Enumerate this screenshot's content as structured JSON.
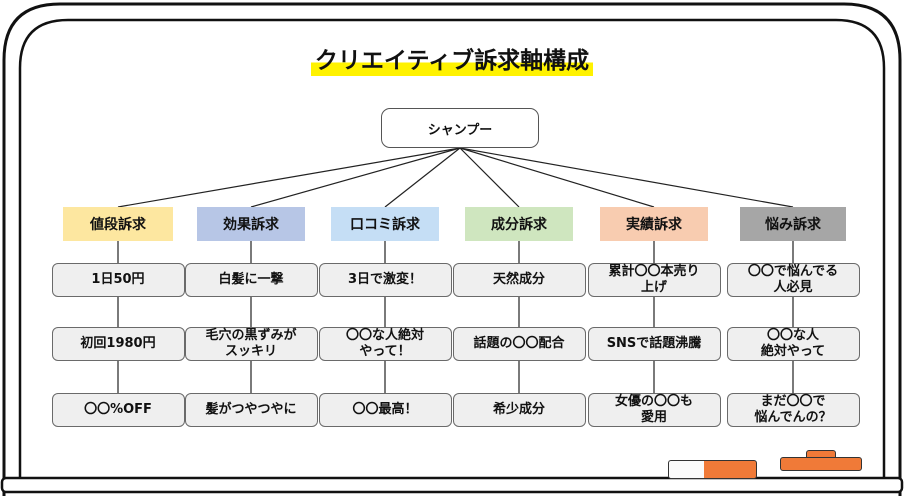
{
  "title": "クリエイティブ訴求軸構成",
  "root": "シャンプー",
  "colors": {
    "price": "#fde7a0",
    "effect": "#b7c6e6",
    "review": "#c5def5",
    "ingredient": "#cfe6bf",
    "track_record": "#f8ccb0",
    "worry": "#a6a6a6"
  },
  "categories": [
    {
      "label": "値段訴求",
      "items": [
        "1日50円",
        "初回1980円",
        "〇〇%OFF"
      ]
    },
    {
      "label": "効果訴求",
      "items": [
        "白髪に一撃",
        "毛穴の黒ずみが\nスッキリ",
        "髪がつやつやに"
      ]
    },
    {
      "label": "口コミ訴求",
      "items": [
        "3日で激変！",
        "〇〇な人絶対\nやって！",
        "〇〇最高！"
      ]
    },
    {
      "label": "成分訴求",
      "items": [
        "天然成分",
        "話題の〇〇配合",
        "希少成分"
      ]
    },
    {
      "label": "実績訴求",
      "items": [
        "累計〇〇本売り\n上げ",
        "SNSで話題沸騰",
        "女優の〇〇も\n愛用"
      ]
    },
    {
      "label": "悩み訴求",
      "items": [
        "〇〇で悩んでる\n人必見",
        "〇〇な人\n絶対やって",
        "まだ〇〇で\n悩んでんの？"
      ]
    }
  ]
}
